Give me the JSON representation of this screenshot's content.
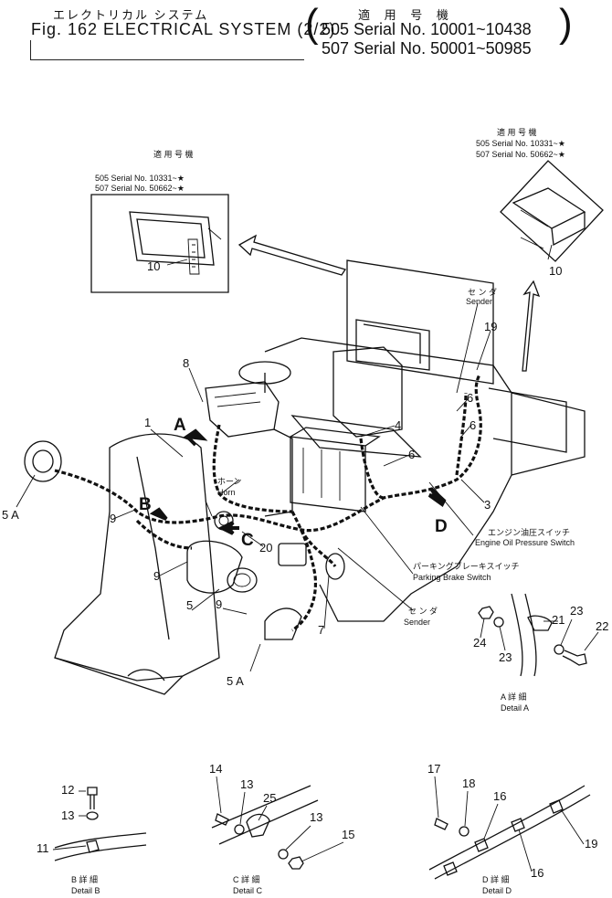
{
  "header": {
    "title_jp": "エレクトリカル システム",
    "title_en": "Fig. 162 ELECTRICAL SYSTEM (2/2)",
    "usage_jp": "適 用 号 機",
    "serial_1": "505 Serial No. 10001~10438",
    "serial_2": "507 Serial No. 50001~50985"
  },
  "callouts": {
    "left_box": {
      "usage_jp": "適 用 号 機",
      "serial_1": "505 Serial No. 10331~★",
      "serial_2": "507 Serial No. 50662~★",
      "part": "10"
    },
    "right_box": {
      "usage_jp": "適 用 号 機",
      "serial_1": "505 Serial No. 10331~★",
      "serial_2": "507 Serial No. 50662~★",
      "part": "10"
    }
  },
  "labels": {
    "sender_top_jp": "セ ン ダ",
    "sender_top_en": "Sender",
    "horn_jp": "ホーン",
    "horn_en": "Horn",
    "oil_switch_jp": "エンジン油圧スイッチ",
    "oil_switch_en": "Engine Oil Pressure Switch",
    "brake_switch_jp": "パーキングブレーキスイッチ",
    "brake_switch_en": "Parking Brake Switch",
    "sender_bottom_jp": "セ ン ダ",
    "sender_bottom_en": "Sender"
  },
  "view_letters": {
    "a": "A",
    "b": "B",
    "c": "C",
    "d": "D"
  },
  "part_numbers": {
    "p1": "1",
    "p3": "3",
    "p4": "4",
    "p5": "5",
    "p5a_left": "5 A",
    "p5a_bottom": "5 A",
    "p6_top": "6",
    "p6_mid": "6",
    "p7": "7",
    "p8": "8",
    "p9_a": "9",
    "p9_b": "9",
    "p9_c": "9",
    "p19": "19",
    "p20": "20",
    "p21": "21",
    "p22": "22",
    "p23_a": "23",
    "p23_b": "23",
    "p24": "24"
  },
  "details": {
    "detail_a": {
      "jp": "A 詳 細",
      "en": "Detail A"
    },
    "detail_b": {
      "jp": "B 詳 細",
      "en": "Detail B",
      "parts": [
        "12",
        "13",
        "11"
      ]
    },
    "detail_c": {
      "jp": "C 詳 細",
      "en": "Detail C",
      "parts": [
        "14",
        "13",
        "25",
        "13",
        "15"
      ]
    },
    "detail_d": {
      "jp": "D 詳 細",
      "en": "Detail D",
      "parts": [
        "17",
        "18",
        "16",
        "19",
        "16"
      ]
    }
  }
}
